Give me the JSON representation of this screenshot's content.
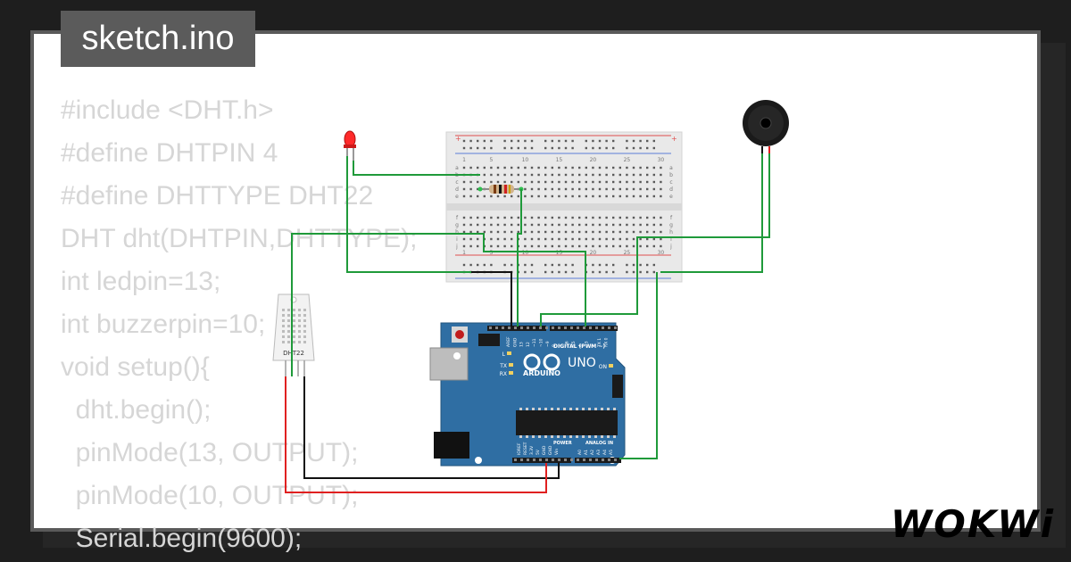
{
  "tab": {
    "filename": "sketch.ino"
  },
  "code_lines": [
    "#include <DHT.h>",
    "#define DHTPIN 4",
    "#define DHTTYPE DHT22",
    "DHT dht(DHTPIN,DHTTYPE);",
    "int ledpin=13;",
    "int buzzerpin=10;",
    "void setup(){",
    "  dht.begin();",
    "  pinMode(13, OUTPUT);",
    "  pinMode(10, OUTPUT);",
    "  Serial.begin(9600);"
  ],
  "breadboard": {
    "column_numbers": [
      "1",
      "5",
      "10",
      "15",
      "20",
      "25",
      "30"
    ],
    "row_letters_top": [
      "a",
      "b",
      "c",
      "d",
      "e"
    ],
    "row_letters_bottom": [
      "f",
      "g",
      "h",
      "i",
      "j"
    ],
    "rail_plus": "+",
    "rail_minus": "−"
  },
  "sensor": {
    "label": "DHT22"
  },
  "arduino": {
    "brand": "ARDUINO",
    "model": "UNO",
    "digital_label": "DIGITAL (PWM ~)",
    "power_label": "POWER",
    "analog_label": "ANALOG IN",
    "led_labels": [
      "L",
      "TX",
      "RX",
      "ON"
    ],
    "top_pins": [
      "AREF",
      "GND",
      "13",
      "12",
      "~11",
      "~10",
      "~9",
      "8",
      "7",
      "~6",
      "~5",
      "4",
      "~3",
      "2",
      "TX 1",
      "RX 0"
    ],
    "power_pins": [
      "IOREF",
      "RESET",
      "3.3V",
      "5V",
      "GND",
      "GND",
      "Vin"
    ],
    "analog_pins": [
      "A0",
      "A1",
      "A2",
      "A3",
      "A4",
      "A5"
    ]
  },
  "colors": {
    "wire_green": "#1f9a3a",
    "wire_black": "#111111",
    "wire_red": "#e02020",
    "board_blue": "#2f6ea3",
    "breadboard": "#e9e9e9",
    "code_text": "#d6d6d6",
    "tab_bg": "#5b5b5b"
  },
  "logo": {
    "text": "WOKWi"
  }
}
